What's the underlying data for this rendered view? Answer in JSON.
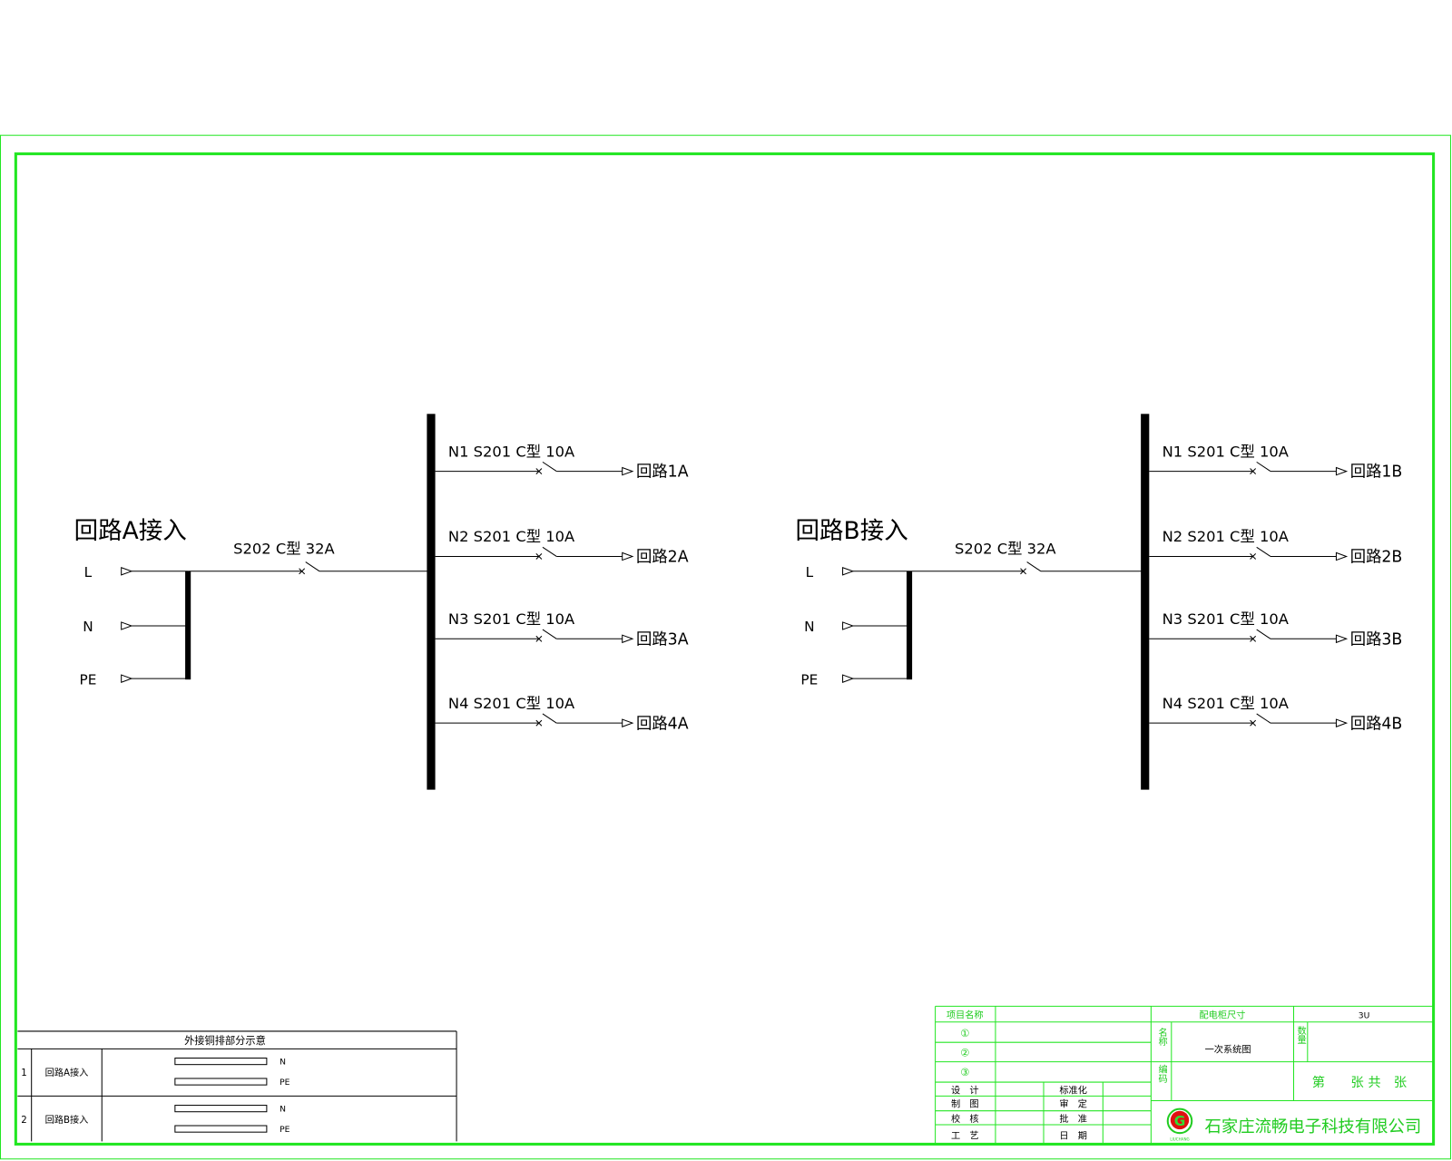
{
  "colors": {
    "frame": "#22e622",
    "frame_text": "#22cc22",
    "line": "#000000",
    "logo_red": "#e01010"
  },
  "sections": [
    {
      "title": "回路A接入",
      "phases": [
        "L",
        "N",
        "PE"
      ],
      "main_breaker": "S202  C型  32A",
      "branches": [
        {
          "label": "N1  S201  C型  10A",
          "target": "回路1A"
        },
        {
          "label": "N2  S201  C型  10A",
          "target": "回路2A"
        },
        {
          "label": "N3  S201  C型  10A",
          "target": "回路3A"
        },
        {
          "label": "N4  S201  C型  10A",
          "target": "回路4A"
        }
      ]
    },
    {
      "title": "回路B接入",
      "phases": [
        "L",
        "N",
        "PE"
      ],
      "main_breaker": "S202  C型  32A",
      "branches": [
        {
          "label": "N1  S201  C型  10A",
          "target": "回路1B"
        },
        {
          "label": "N2  S201  C型  10A",
          "target": "回路2B"
        },
        {
          "label": "N3  S201  C型  10A",
          "target": "回路3B"
        },
        {
          "label": "N4  S201  C型  10A",
          "target": "回路4B"
        }
      ]
    }
  ],
  "busbar_table": {
    "title": "外接铜排部分示意",
    "rows": [
      {
        "index": "1",
        "name": "回路A接入",
        "bars": [
          "N",
          "PE"
        ]
      },
      {
        "index": "2",
        "name": "回路B接入",
        "bars": [
          "N",
          "PE"
        ]
      }
    ]
  },
  "title_block": {
    "project_name_label": "项目名称",
    "items": [
      "①",
      "②",
      "③"
    ],
    "cabinet_size_label": "配电柜尺寸",
    "cabinet_size_value": "3U",
    "name_label": "名称",
    "name_value": "一次系统图",
    "quantity_label": "数量",
    "code_label": "编码",
    "sheet_label": "第　　张 共　张",
    "sign_left": [
      "设　计",
      "制　图",
      "校　核",
      "工　艺"
    ],
    "sign_right": [
      "标准化",
      "审　定",
      "批　准",
      "日　期"
    ],
    "logo_letter": "G",
    "logo_caption": "LIUCHANG",
    "company": "石家庄流畅电子科技有限公司"
  }
}
